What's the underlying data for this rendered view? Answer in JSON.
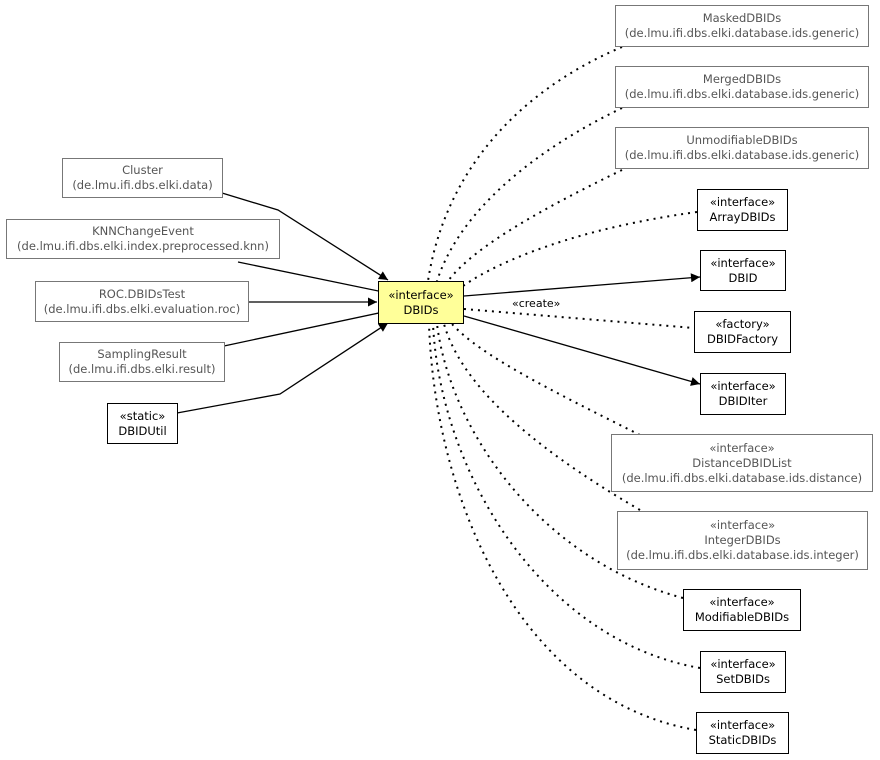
{
  "center": {
    "stereotype": "«interface»",
    "name": "DBIDs",
    "fill": "#ffff99"
  },
  "left": {
    "cluster": {
      "name": "Cluster",
      "package": "(de.lmu.ifi.dbs.elki.data)"
    },
    "knn_change_event": {
      "name": "KNNChangeEvent",
      "package": "(de.lmu.ifi.dbs.elki.index.preprocessed.knn)"
    },
    "roc_dbids_test": {
      "name": "ROC.DBIDsTest",
      "package": "(de.lmu.ifi.dbs.elki.evaluation.roc)"
    },
    "sampling_result": {
      "name": "SamplingResult",
      "package": "(de.lmu.ifi.dbs.elki.result)"
    },
    "dbid_util": {
      "stereotype": "«static»",
      "name": "DBIDUtil"
    }
  },
  "right": {
    "masked_dbids": {
      "name": "MaskedDBIDs",
      "package": "(de.lmu.ifi.dbs.elki.database.ids.generic)"
    },
    "merged_dbids": {
      "name": "MergedDBIDs",
      "package": "(de.lmu.ifi.dbs.elki.database.ids.generic)"
    },
    "unmodifiable_dbids": {
      "name": "UnmodifiableDBIDs",
      "package": "(de.lmu.ifi.dbs.elki.database.ids.generic)"
    },
    "array_dbids": {
      "stereotype": "«interface»",
      "name": "ArrayDBIDs"
    },
    "dbid": {
      "stereotype": "«interface»",
      "name": "DBID"
    },
    "dbid_factory": {
      "stereotype": "«factory»",
      "name": "DBIDFactory"
    },
    "dbid_iter": {
      "stereotype": "«interface»",
      "name": "DBIDIter"
    },
    "distance_dbid_list": {
      "stereotype": "«interface»",
      "name": "DistanceDBIDList",
      "package": "(de.lmu.ifi.dbs.elki.database.ids.distance)"
    },
    "integer_dbids": {
      "stereotype": "«interface»",
      "name": "IntegerDBIDs",
      "package": "(de.lmu.ifi.dbs.elki.database.ids.integer)"
    },
    "modifiable_dbids": {
      "stereotype": "«interface»",
      "name": "ModifiableDBIDs"
    },
    "set_dbids": {
      "stereotype": "«interface»",
      "name": "SetDBIDs"
    },
    "static_dbids": {
      "stereotype": "«interface»",
      "name": "StaticDBIDs"
    }
  },
  "edge_labels": {
    "create": "«create»"
  }
}
